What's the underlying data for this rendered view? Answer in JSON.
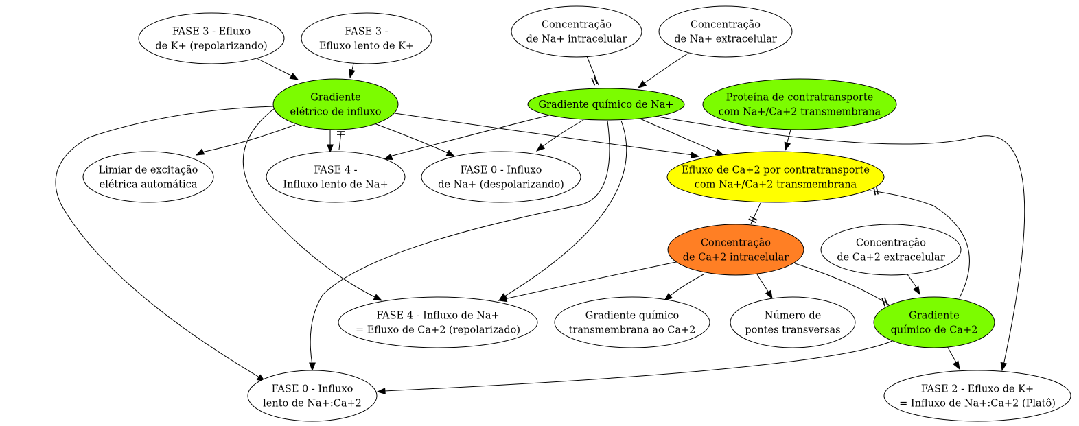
{
  "colors": {
    "white": "#ffffff",
    "green": "#7cfc00",
    "yellow": "#ffff00",
    "orange": "#ff7f24"
  },
  "nodes": {
    "fase3_efluxo_k": {
      "lines": [
        "FASE 3 - Efluxo",
        "de K+ (repolarizando)"
      ]
    },
    "fase3_efluxo_lento": {
      "lines": [
        "FASE 3 -",
        "Efluxo lento de K+"
      ]
    },
    "conc_na_intra": {
      "lines": [
        "Concentração",
        "de Na+ intracelular"
      ]
    },
    "conc_na_extra": {
      "lines": [
        "Concentração",
        "de Na+ extracelular"
      ]
    },
    "grad_eletrico": {
      "lines": [
        "Gradiente",
        "elétrico de influxo"
      ]
    },
    "grad_quimico_na": {
      "lines": [
        "Gradiente químico de Na+"
      ]
    },
    "proteina_contra": {
      "lines": [
        "Proteína de contratransporte",
        "com Na+/Ca+2 transmembrana"
      ]
    },
    "limiar": {
      "lines": [
        "Limiar de excitação",
        "elétrica automática"
      ]
    },
    "fase4_influxo_lento": {
      "lines": [
        "FASE 4 -",
        "Influxo lento de Na+"
      ]
    },
    "fase0_influxo_na": {
      "lines": [
        "FASE 0 - Influxo",
        "de Na+ (despolarizando)"
      ]
    },
    "efluxo_ca": {
      "lines": [
        "Efluxo de Ca+2 por contratransporte",
        "com Na+/Ca+2 transmembrana"
      ]
    },
    "conc_ca_intra": {
      "lines": [
        "Concentração",
        "de Ca+2 intracelular"
      ]
    },
    "conc_ca_extra": {
      "lines": [
        "Concentração",
        "de Ca+2 extracelular"
      ]
    },
    "fase4_influxo_na": {
      "lines": [
        "FASE 4 - Influxo de Na+",
        "= Efluxo de Ca+2 (repolarizado)"
      ]
    },
    "grad_quimico_trans": {
      "lines": [
        "Gradiente químico",
        "transmembrana ao Ca+2"
      ]
    },
    "numero_pontes": {
      "lines": [
        "Número de",
        "pontes transversas"
      ]
    },
    "grad_quimico_ca": {
      "lines": [
        "Gradiente",
        "químico de Ca+2"
      ]
    },
    "fase0_influxo_lento": {
      "lines": [
        "FASE 0 - Influxo",
        "lento de Na+:Ca+2"
      ]
    },
    "fase2": {
      "lines": [
        "FASE 2 - Efluxo de K+",
        "= Influxo de Na+:Ca+2 (Platô)"
      ]
    }
  }
}
